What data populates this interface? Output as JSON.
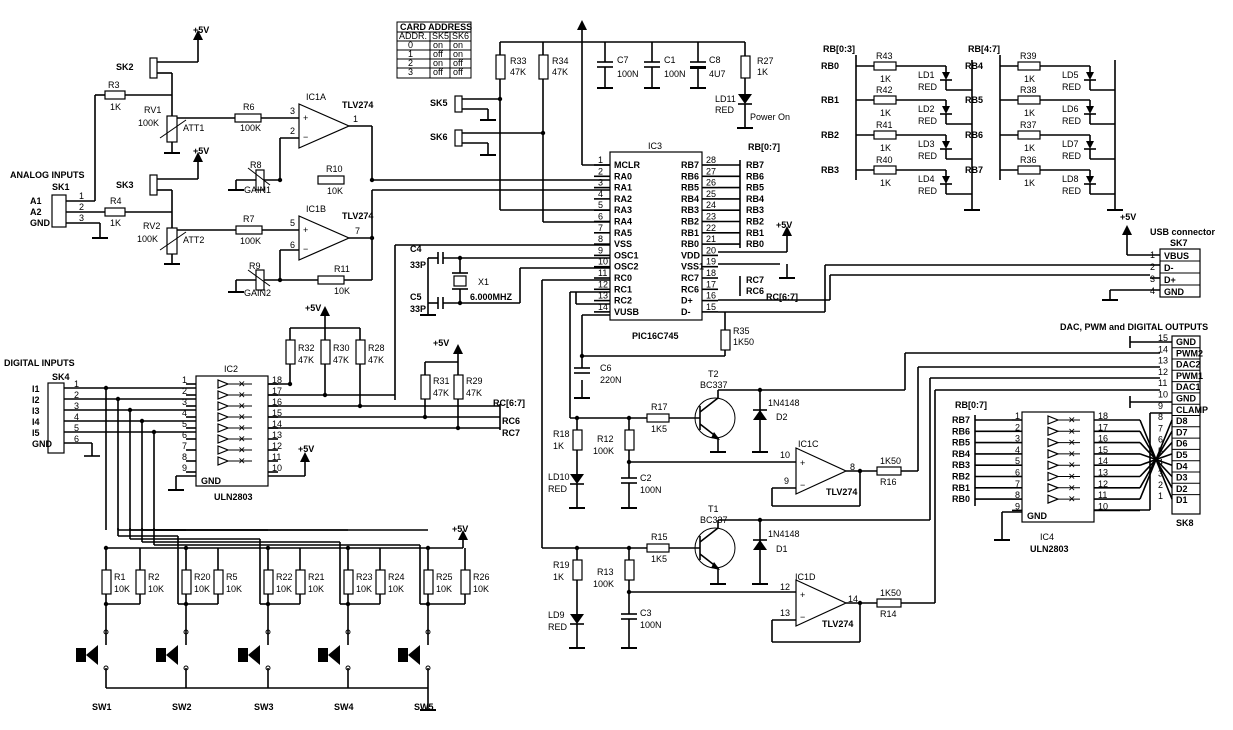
{
  "sections": {
    "analog_inputs": "ANALOG INPUTS",
    "digital_inputs": "DIGITAL INPUTS",
    "usb_connector": "USB connector",
    "dac_outputs": "DAC, PWM and DIGITAL OUTPUTS",
    "power_on": "Power On"
  },
  "card_address_table": {
    "title": "CARD ADDRESS",
    "headers": [
      "ADDR.",
      "SK5",
      "SK6"
    ],
    "rows": [
      [
        "0",
        "on",
        "on"
      ],
      [
        "1",
        "off",
        "on"
      ],
      [
        "2",
        "on",
        "off"
      ],
      [
        "3",
        "off",
        "off"
      ]
    ]
  },
  "ic3": {
    "name": "IC3",
    "part": "PIC16C745",
    "left_pins": [
      {
        "num": "1",
        "name": "MCLR"
      },
      {
        "num": "2",
        "name": "RA0"
      },
      {
        "num": "3",
        "name": "RA1"
      },
      {
        "num": "4",
        "name": "RA2"
      },
      {
        "num": "5",
        "name": "RA3"
      },
      {
        "num": "6",
        "name": "RA4"
      },
      {
        "num": "7",
        "name": "RA5"
      },
      {
        "num": "8",
        "name": "VSS"
      },
      {
        "num": "9",
        "name": "OSC1"
      },
      {
        "num": "10",
        "name": "OSC2"
      },
      {
        "num": "11",
        "name": "RC0"
      },
      {
        "num": "12",
        "name": "RC1"
      },
      {
        "num": "13",
        "name": "RC2"
      },
      {
        "num": "14",
        "name": "VUSB"
      }
    ],
    "right_pins": [
      {
        "num": "28",
        "name": "RB7"
      },
      {
        "num": "27",
        "name": "RB6"
      },
      {
        "num": "26",
        "name": "RB5"
      },
      {
        "num": "25",
        "name": "RB4"
      },
      {
        "num": "24",
        "name": "RB3"
      },
      {
        "num": "23",
        "name": "RB2"
      },
      {
        "num": "22",
        "name": "RB1"
      },
      {
        "num": "21",
        "name": "RB0"
      },
      {
        "num": "20",
        "name": "VDD"
      },
      {
        "num": "19",
        "name": "VSS1"
      },
      {
        "num": "18",
        "name": "RC7"
      },
      {
        "num": "17",
        "name": "RC6"
      },
      {
        "num": "16",
        "name": "D+"
      },
      {
        "num": "15",
        "name": "D-"
      }
    ],
    "rb_bus": "RB[0:7]",
    "rb_labels": [
      "RB7",
      "RB6",
      "RB5",
      "RB4",
      "RB3",
      "RB2",
      "RB1",
      "RB0"
    ],
    "rc_labels": [
      "RC7",
      "RC6"
    ],
    "rc_bus": "RC[6:7]"
  },
  "power": {
    "vcc": "+5V"
  },
  "analog": {
    "sk1": {
      "name": "SK1",
      "pins": [
        "A1",
        "A2",
        "GND"
      ],
      "nums": [
        "1",
        "2",
        "3"
      ]
    },
    "sk2": "SK2",
    "sk3": "SK3",
    "r3": {
      "name": "R3",
      "value": "1K"
    },
    "r4": {
      "name": "R4",
      "value": "1K"
    },
    "rv1": {
      "name": "RV1",
      "value": "100K",
      "label": "ATT1"
    },
    "rv2": {
      "name": "RV2",
      "value": "100K",
      "label": "ATT2"
    },
    "r6": {
      "name": "R6",
      "value": "100K"
    },
    "r7": {
      "name": "R7",
      "value": "100K"
    },
    "r8": {
      "name": "R8",
      "label": "GAIN1"
    },
    "r9": {
      "name": "R9",
      "label": "GAIN2"
    },
    "r10": {
      "name": "R10",
      "value": "10K"
    },
    "r11": {
      "name": "R11",
      "value": "10K"
    },
    "ic1a": {
      "name": "IC1A",
      "part": "TLV274",
      "pins": [
        "3",
        "2",
        "1"
      ]
    },
    "ic1b": {
      "name": "IC1B",
      "part": "TLV274",
      "pins": [
        "5",
        "6",
        "7"
      ]
    }
  },
  "switches": {
    "sk5": "SK5",
    "sk6": "SK6",
    "r33": {
      "name": "R33",
      "value": "47K"
    },
    "r34": {
      "name": "R34",
      "value": "47K"
    }
  },
  "supply": {
    "c7": {
      "name": "C7",
      "value": "100N"
    },
    "c1": {
      "name": "C1",
      "value": "100N"
    },
    "c8": {
      "name": "C8",
      "value": "4U7"
    },
    "r27": {
      "name": "R27",
      "value": "1K"
    },
    "ld11": {
      "name": "LD11",
      "value": "RED"
    }
  },
  "osc": {
    "c4": {
      "name": "C4",
      "value": "33P"
    },
    "c5": {
      "name": "C5",
      "value": "33P"
    },
    "x1": {
      "name": "X1",
      "value": "6.000MHZ"
    }
  },
  "leds": {
    "bus_left": "RB[0:3]",
    "bus_right": "RB[4:7]",
    "left": [
      {
        "rb": "RB0",
        "r": "R43",
        "rv": "1K",
        "ld": "LD1",
        "col": "RED"
      },
      {
        "rb": "RB1",
        "r": "R42",
        "rv": "1K",
        "ld": "LD2",
        "col": "RED"
      },
      {
        "rb": "RB2",
        "r": "R41",
        "rv": "1K",
        "ld": "LD3",
        "col": "RED"
      },
      {
        "rb": "RB3",
        "r": "R40",
        "rv": "1K",
        "ld": "LD4",
        "col": "RED"
      }
    ],
    "right": [
      {
        "rb": "RB4",
        "r": "R39",
        "rv": "1K",
        "ld": "LD5",
        "col": "RED"
      },
      {
        "rb": "RB5",
        "r": "R38",
        "rv": "1K",
        "ld": "LD6",
        "col": "RED"
      },
      {
        "rb": "RB6",
        "r": "R37",
        "rv": "1K",
        "ld": "LD7",
        "col": "RED"
      },
      {
        "rb": "RB7",
        "r": "R36",
        "rv": "1K",
        "ld": "LD8",
        "col": "RED"
      }
    ]
  },
  "usb": {
    "name": "SK7",
    "pins": [
      {
        "num": "1",
        "name": "VBUS"
      },
      {
        "num": "2",
        "name": "D-"
      },
      {
        "num": "3",
        "name": "D+"
      },
      {
        "num": "4",
        "name": "GND"
      }
    ]
  },
  "digital_in": {
    "sk4": {
      "name": "SK4",
      "pins": [
        "I1",
        "I2",
        "I3",
        "I4",
        "I5",
        "GND"
      ],
      "nums": [
        "1",
        "2",
        "3",
        "4",
        "5",
        "6"
      ]
    },
    "ic2": {
      "name": "IC2",
      "part": "ULN2803",
      "gnd": "GND",
      "left": [
        "1",
        "2",
        "3",
        "4",
        "5",
        "6",
        "7",
        "8",
        "9"
      ],
      "right": [
        "18",
        "17",
        "16",
        "15",
        "14",
        "13",
        "12",
        "11",
        "10"
      ]
    },
    "r32": {
      "name": "R32",
      "value": "47K"
    },
    "r30": {
      "name": "R30",
      "value": "47K"
    },
    "r28": {
      "name": "R28",
      "value": "47K"
    },
    "r31": {
      "name": "R31",
      "value": "47K"
    },
    "r29": {
      "name": "R29",
      "value": "47K"
    },
    "rc_bus": "RC[6:7]",
    "rc6": "RC6",
    "rc7": "RC7",
    "pullups": [
      {
        "name": "R1",
        "value": "10K"
      },
      {
        "name": "R2",
        "value": "10K"
      },
      {
        "name": "R20",
        "value": "10K"
      },
      {
        "name": "R5",
        "value": "10K"
      },
      {
        "name": "R22",
        "value": "10K"
      },
      {
        "name": "R21",
        "value": "10K"
      },
      {
        "name": "R23",
        "value": "10K"
      },
      {
        "name": "R24",
        "value": "10K"
      },
      {
        "name": "R25",
        "value": "10K"
      },
      {
        "name": "R26",
        "value": "10K"
      }
    ],
    "switches": [
      "SW1",
      "SW2",
      "SW3",
      "SW4",
      "SW5"
    ]
  },
  "pwm": {
    "c6": {
      "name": "C6",
      "value": "220N"
    },
    "r35": {
      "name": "R35",
      "value": "1K50"
    },
    "r18": {
      "name": "R18",
      "value": "1K"
    },
    "ld10": {
      "name": "LD10",
      "value": "RED"
    },
    "r12": {
      "name": "R12",
      "value": "100K"
    },
    "r17": {
      "name": "R17",
      "value": "1K5"
    },
    "c2": {
      "name": "C2",
      "value": "100N"
    },
    "t2": {
      "name": "T2",
      "value": "BC337"
    },
    "d2": {
      "name": "D2",
      "value": "1N4148"
    },
    "ic1c": {
      "name": "IC1C",
      "part": "TLV274",
      "pins": [
        "10",
        "9",
        "8"
      ]
    },
    "r16": {
      "name": "R16",
      "value": "1K50"
    },
    "r19": {
      "name": "R19",
      "value": "1K"
    },
    "ld9": {
      "name": "LD9",
      "value": "RED"
    },
    "r13": {
      "name": "R13",
      "value": "100K"
    },
    "r15": {
      "name": "R15",
      "value": "1K5"
    },
    "c3": {
      "name": "C3",
      "value": "100N"
    },
    "t1": {
      "name": "T1",
      "value": "BC337"
    },
    "d1": {
      "name": "D1",
      "value": "1N4148"
    },
    "ic1d": {
      "name": "IC1D",
      "part": "TLV274",
      "pins": [
        "12",
        "13",
        "14"
      ]
    },
    "r14": {
      "name": "R14",
      "value": "1K50"
    }
  },
  "outputs": {
    "sk8": {
      "name": "SK8",
      "pins": [
        {
          "num": "15",
          "name": "GND"
        },
        {
          "num": "14",
          "name": "PWM2"
        },
        {
          "num": "13",
          "name": "DAC2"
        },
        {
          "num": "12",
          "name": "PWM1"
        },
        {
          "num": "11",
          "name": "DAC1"
        },
        {
          "num": "10",
          "name": "GND"
        },
        {
          "num": "9",
          "name": "CLAMP"
        },
        {
          "num": "8",
          "name": "D8"
        },
        {
          "num": "7",
          "name": "D7"
        },
        {
          "num": "6",
          "name": "D6"
        },
        {
          "num": "5",
          "name": "D5"
        },
        {
          "num": "4",
          "name": "D4"
        },
        {
          "num": "3",
          "name": "D3"
        },
        {
          "num": "2",
          "name": "D2"
        },
        {
          "num": "1",
          "name": "D1"
        }
      ]
    },
    "ic4": {
      "name": "IC4",
      "part": "ULN2803",
      "gnd": "GND",
      "left": [
        "1",
        "2",
        "3",
        "4",
        "5",
        "6",
        "7",
        "8",
        "9"
      ],
      "right": [
        "18",
        "17",
        "16",
        "15",
        "14",
        "13",
        "12",
        "11",
        "10"
      ]
    },
    "bus": "RB[0:7]",
    "rb": [
      "RB7",
      "RB6",
      "RB5",
      "RB4",
      "RB3",
      "RB2",
      "RB1",
      "RB0"
    ]
  }
}
